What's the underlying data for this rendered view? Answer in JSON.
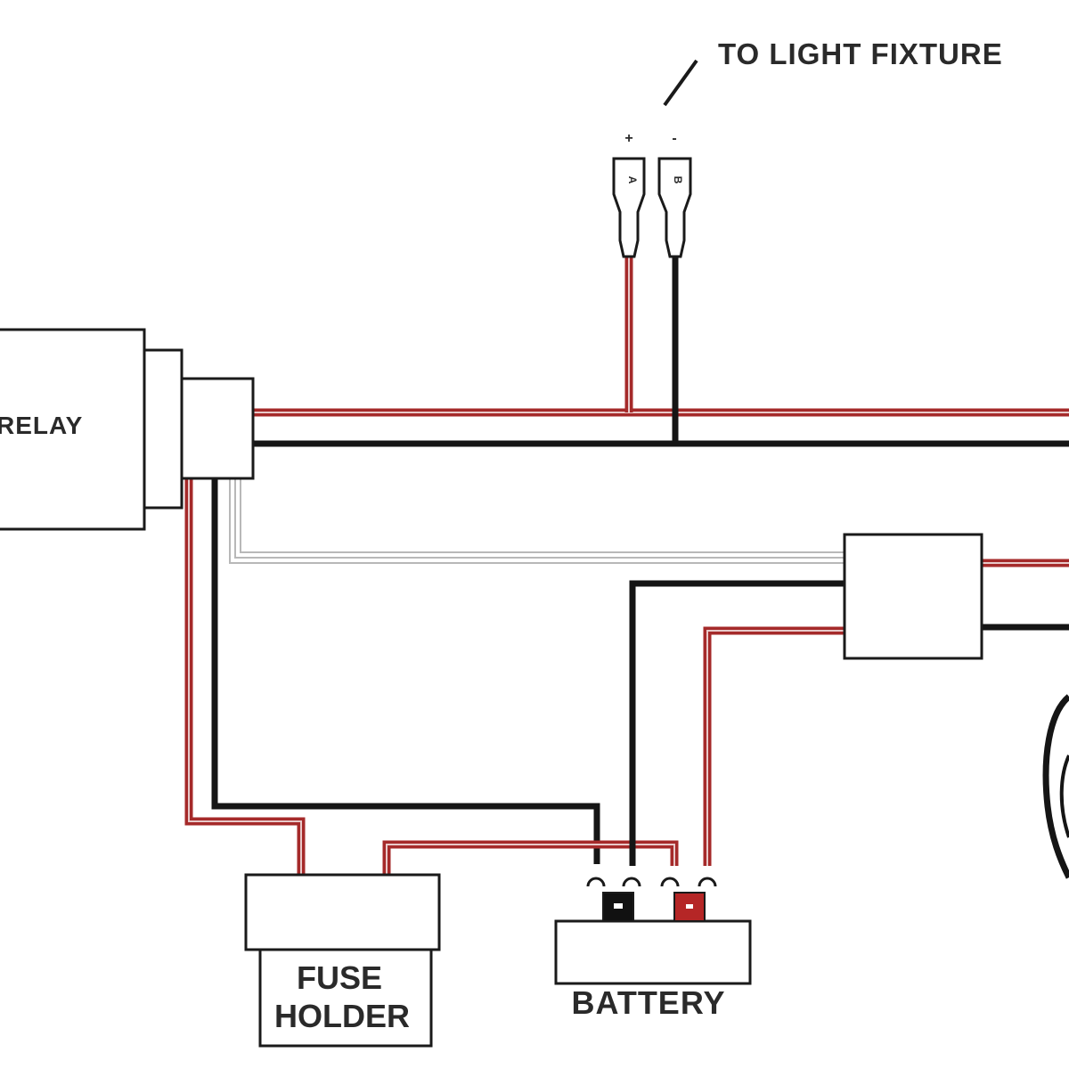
{
  "labels": {
    "light_fixture": "TO LIGHT FIXTURE",
    "relay": "RELAY",
    "fuse_holder_line1": "FUSE",
    "fuse_holder_line2": "HOLDER",
    "battery": "BATTERY",
    "plus_sign": "+",
    "minus_sign": "-",
    "connector_a": "A",
    "connector_b": "B"
  },
  "colors": {
    "positive_wire": "#a52a2a",
    "negative_wire": "#151515",
    "signal_wire": "#b8b8b8",
    "battery_positive_terminal": "#b52626",
    "battery_negative_terminal": "#111111"
  }
}
